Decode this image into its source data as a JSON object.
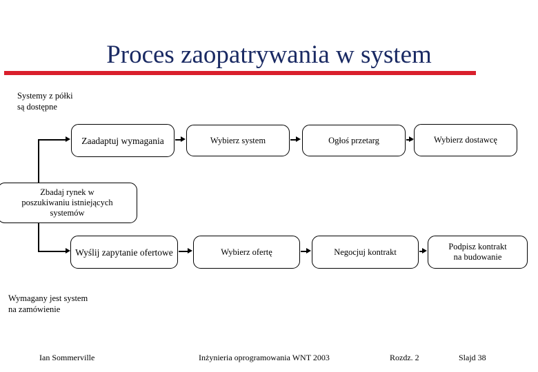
{
  "slide": {
    "title": "Proces zaopatrywania w system",
    "accent_color": "#d91f2c",
    "title_color": "#1a2a63",
    "background_color": "#ffffff"
  },
  "annotations": {
    "shelf": "Systemy z półki\nsą dostępne",
    "bespoke": "Wymagany jest system\nna zamówienie"
  },
  "diagram": {
    "top_row": [
      {
        "label": "Zaadaptuj wymagania"
      },
      {
        "label": "Wybierz system"
      },
      {
        "label": "Ogłoś przetarg"
      },
      {
        "label": "Wybierz dostawcę"
      }
    ],
    "middle": {
      "label": "Zbadaj rynek w\nposzukiwaniu istniejących\nsystemów"
    },
    "bottom_row": [
      {
        "label": "Wyślij zapytanie ofertowe"
      },
      {
        "label": "Wybierz ofertę"
      },
      {
        "label": "Negocjuj kontrakt"
      },
      {
        "label": "Podpisz kontrakt\nna budowanie"
      }
    ]
  },
  "footer": {
    "author": "Ian Sommerville",
    "book": "Inżynieria oprogramowania WNT 2003",
    "chapter": "Rozdz. 2",
    "slide_number": "Slajd 38"
  }
}
